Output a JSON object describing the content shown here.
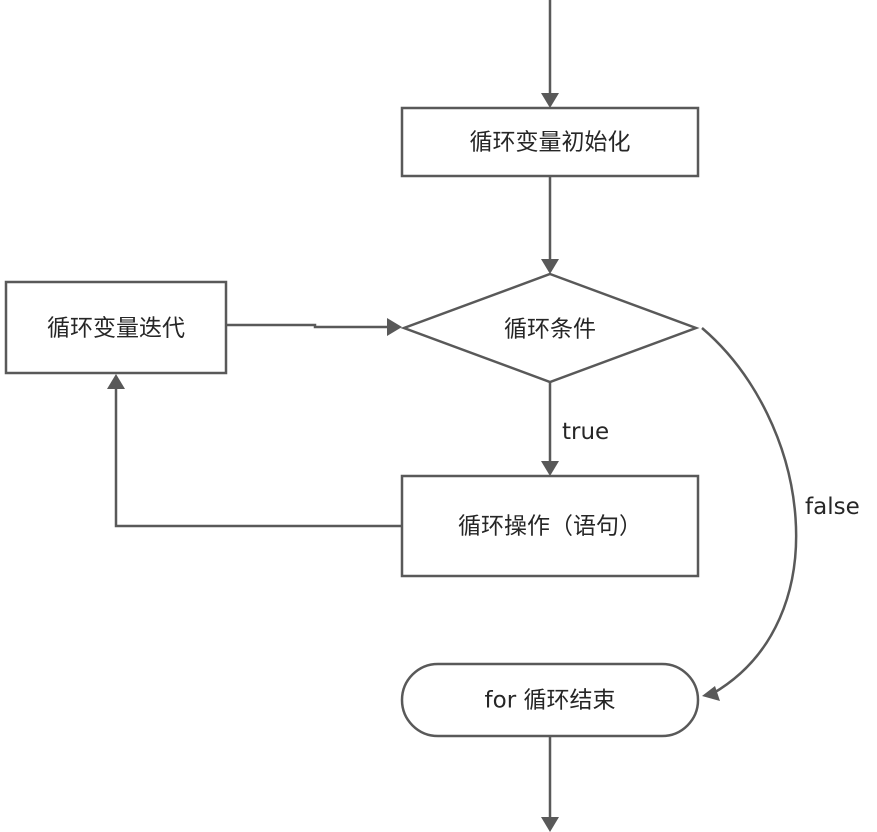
{
  "nodes": {
    "init": "循环变量初始化",
    "condition": "循环条件",
    "iterate": "循环变量迭代",
    "body": "循环操作（语句）",
    "end": "for 循环结束"
  },
  "edges": {
    "true_label": "true",
    "false_label": "false"
  },
  "colors": {
    "stroke": "#595959",
    "text": "#262626",
    "background": "#ffffff"
  }
}
